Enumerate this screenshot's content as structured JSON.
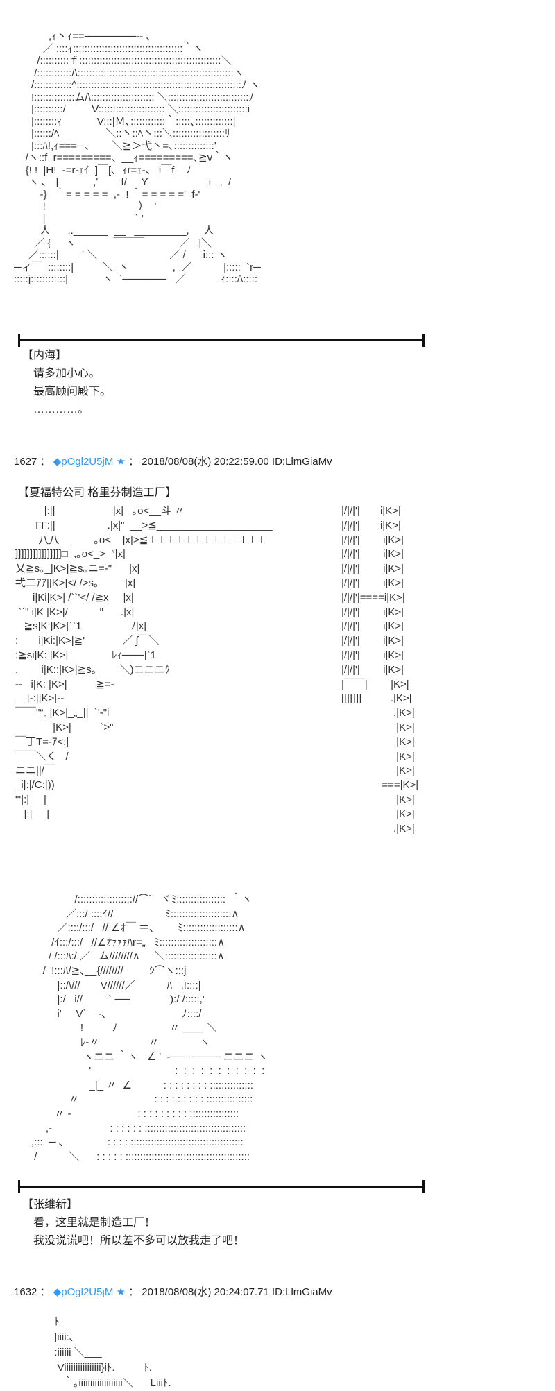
{
  "posts": [
    {
      "art": "            ,ｨ丶ｨ==───────‐- 、\n          ／ ::::ｨ::::::::::::::::::::::::::::::::::::::｀ヽ\n        /::::::::::ｆ:::::::::::::::::::::::::::::::::::::::::::::::::＼\n       /::::::::::::/\\::::::::::::::::::::::::::::::::::::::::::::::::::::::ヽ\n      /:::::::::::::^:::::::::::::::::::::::::::::::::::::::::::::::::::::::::ﾉ ヽ\n      !::::::::::::::ム/\\:::::::::::::::::::::: ＼::::::::::::::::::::::::::::ﾉ\n      |::::::::::/         V::::::::::::::::::::::: ＼::::::::::::::::::::::::i\n      |::::::::ｨ            V:::|Ｍ､::::::::::::｀:::::､:::::::::::::|\n      |::::::/ﾍ                ＼::丶::ﾍ丶:::＼::::::::::::::::::ﾘ\n      |:::ﾊ!,ｨ===─、      ＼≧＞弋丶=､::::::::::::::'\n    /ヽ::f  r=========、__ｨ=========､≧v｀ヽ\n    {! !  |H!  ‐=r‐ｪｲ  ]￣[､  ｨr=ｪ‐、 i￣f    ﾉ\n     ヽ ､   ]            ,'        f/     Y                     i   ,  /\n         ‐}   ｀= = = = =  ,‐  ! ｀= = = = ='  f‐'\n          !                                ）  '\n          |                               ` '\n         人      ,.______  __   _________,     人\n       ／ {     ヽ             ￣￣￣            ／   ]＼\n     ／::::::|        ' ＼                         ／ /      i::: ヽ\n─ィ￣  ::::::::|          ＼  ヽ               ,  ／           |:::::  `r─\n:::::j::::::::::::|            ヽ  `──────   ／            ｨ::::/\\:::::",
      "speaker": "【内海】",
      "lines": [
        "请多加小心。",
        "最高顾问殿下。",
        "…………。"
      ]
    },
    {
      "number": "1627",
      "sep": "：",
      "trip_mark": "◆",
      "trip": "pOgl2U5jM",
      "star": "★",
      "sep2": "：",
      "datetime": "2018/08/08(水) 20:22:59.00 ID:LlmGiaMv",
      "scene": "【夏福特公司  格里芬制造工厂】",
      "art_left": "          |:||                    |x|   ｡o<__斗 〃\n       ΓΓ:||                  .|x|\"  __>≦____________________\n        八八__        ｡o<__|x|>≦⊥⊥⊥⊥⊥⊥⊥⊥⊥⊥⊥⊥⊥\n]]]]]]]]]]]]]]]]□  ,｡o<_>  ″|x|\n乂≧s｡_|K>|≧s｡ニ=‐\"      |x|\n弌二ｱｱ||K>|</ />s｡         |x|\n      i|Ki|K>| /``'</ /≧x     |x|\n ``\" i|K |K>|/           \"      .|x|\n   ≧s|K:|K>|``1                 ﾉ|x|\n:       i|Ki:|K>|≧'             ／ ∫￣＼\n:≧si|K: |K>|               ﾚｨ───|`1\n.        i|K::|K>|≧s｡        ＼)ニニニｸ\n‐-   i|K: |K>|          ≧=-\n__|‐:||K>|‐-\n￣￣\"“„ |K>|_„_||  `'‐\"i\n             |K>|          `>\"\n￣丁T=‐ｱ<:|\n￣￣＼く   /\nニニ||/￣\n_i|:|/C:|))\n\"'|:|     |\n   |:|     |",
      "art_right": "|/|/|'|       i|K>|\n|/|/|'|       i|K>|\n|/|/|'|        i|K>|\n|/|/|'|        i|K>|\n|/|/|'|        i|K>|\n|/|/|'|        i|K>|\n|/|/|'|====i|K>|\n|/|/|'|        i|K>|\n|/|/|'|        i|K>|\n|/|/|'|        i|K>|\n|/|/|'|        i|K>|\n|/|/|'|        i|K>|\n|￣￣|        |K>|\n[[[[]]]          .|K>|\n                  .|K>|\n                   |K>|\n                   |K>|\n                   |K>|\n                   |K>|\n              ===|K>|\n                   |K>|\n                   |K>|\n                  .|K>|",
      "art2": "                     /::::::::::::::::::://⌒`   ヾﾐ:::::::::::::::::  ｀ヽ\n                  ／:::/ ::::ｲ//                  ﾐ:::::::::::::::::::::∧\n               ／::::/:::/   // ∠ｵ￣ ＝､        ﾐ:::::::::::::::::::∧\n             /ｲ:::/:::/   //∠ｵｧｧｧﾊr=„   ﾐ::::::::::::::::::::∧\n            / /:::ﾊ:/ ／   ム////////∧     ＼::::::::::::::::::∧\n          /  !:::ﾊ/≧､__{////////         ｼ⌒ヽ:::j\n               |::/\\///       V//////／           ﾊ   ,!::::|\n               |:/   i//         ` ──              ):/ /:::::,'\n               i'     V`    ‐､                          ﾉ::::/\n                       !          ﾉ                  〃 ＿＿ ＼\n                       ﾚ‐〃                 〃              ヽ\n                        ヽニニ ｀ヽ   ∠ '  ‐──  ──── ニニニ ヽ\n                          '                             :  :  :  :  :  :  :  :  :  :  :\n                          _|_ 〃  ∠           : : : : : : : : :::::::::::::::\n                   〃                          : : : : : : : : : ::::::::::::::::\n              〃 ‐                       : : : : : : : : : :::::::::::::::::\n           ,‐                    : : : : : : :::::::::::::::::::::::::::::::::::\n      ,:::  ─ ､               : : : : :::::::::::::::::::::::::::::::::::::::\n       /           ＼      : : : : : :::::::::::::::::::::::::::::::::::::::::::",
      "speaker": "【张维新】",
      "lines": [
        "看，这里就是制造工厂！",
        "我没说谎吧！所以差不多可以放我走了吧！"
      ]
    },
    {
      "number": "1632",
      "sep": "：",
      "trip_mark": "◆",
      "trip": "pOgl2U5jM",
      "star": "★",
      "sep2": "：",
      "datetime": "2018/08/08(水) 20:24:07.71 ID:LlmGiaMv",
      "art": "              ﾄ\n              |iiii:､\n              :iiiiii ＼___\n               Viiiiiiiiiiiiiiii}iﾄ.          ﾄ.\n                 ｀｡iiiiiiiiiiiiiiiiiii＼      Liiiﾄ."
    }
  ]
}
